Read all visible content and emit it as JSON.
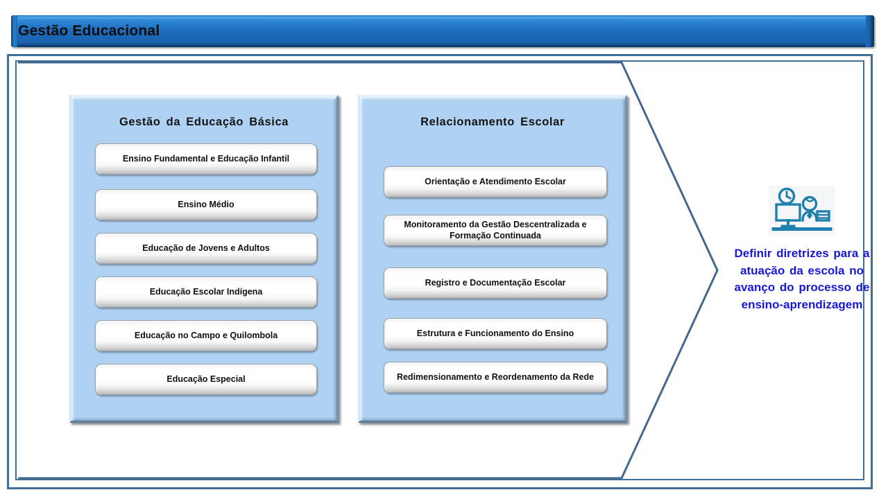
{
  "header": {
    "title": "Gestão Educacional"
  },
  "colors": {
    "title_bar": "#1d6cbd",
    "frame_border": "#416f99",
    "panel_fill": "#b0d2f2",
    "arrow_stroke": "#41688f",
    "callout_text": "#1717d6",
    "icon_accent": "#1f7fad"
  },
  "panels": [
    {
      "id": "gestao-educacao-basica",
      "title": "Gestão  da  Educação  Básica",
      "items": [
        {
          "label": "Ensino Fundamental e Educação Infantil"
        },
        {
          "label": "Ensino Médio"
        },
        {
          "label": "Educação  de Jovens e Adultos"
        },
        {
          "label": "Educação Escolar Indígena"
        },
        {
          "label": "Educação no Campo e Quilombola"
        },
        {
          "label": "Educação Especial"
        }
      ]
    },
    {
      "id": "relacionamento-escolar",
      "title": "Relacionamento  Escolar",
      "items": [
        {
          "label": "Orientação e Atendimento Escolar"
        },
        {
          "label": "Monitoramento  da Gestão Descentralizada e Formação Continuada"
        },
        {
          "label": "Registro e Documentação Escolar"
        },
        {
          "label": "Estrutura e Funcionamento do Ensino"
        },
        {
          "label": "Redimensionamento e Reordenamento da Rede"
        }
      ]
    }
  ],
  "callout": {
    "icon_name": "person-at-desk-with-clock-icon",
    "text": "Definir diretrizes para a atuação da escola no avanço do processo de ensino-aprendizagem"
  }
}
